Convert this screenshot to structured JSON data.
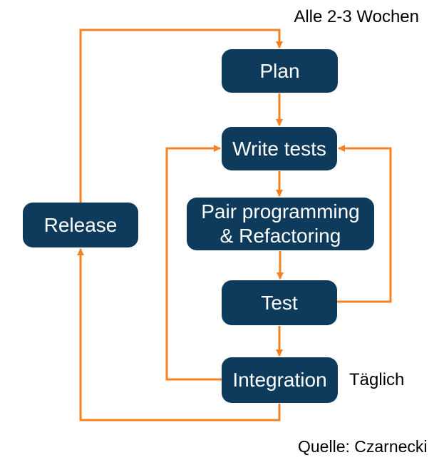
{
  "colors": {
    "node_fill": "#0e3a5c",
    "node_text": "#ffffff",
    "arrow": "#f58220",
    "label_text": "#000000",
    "background": "#ffffff"
  },
  "nodes": {
    "plan": {
      "label": "Plan"
    },
    "write_tests": {
      "label": "Write tests"
    },
    "pair_programming": {
      "label": "Pair programming\n& Refactoring"
    },
    "test": {
      "label": "Test"
    },
    "integration": {
      "label": "Integration"
    },
    "release": {
      "label": "Release"
    }
  },
  "annotations": {
    "cycle_label": "Alle 2-3 Wochen",
    "daily_label": "Täglich",
    "source_label": "Quelle: Czarnecki"
  }
}
